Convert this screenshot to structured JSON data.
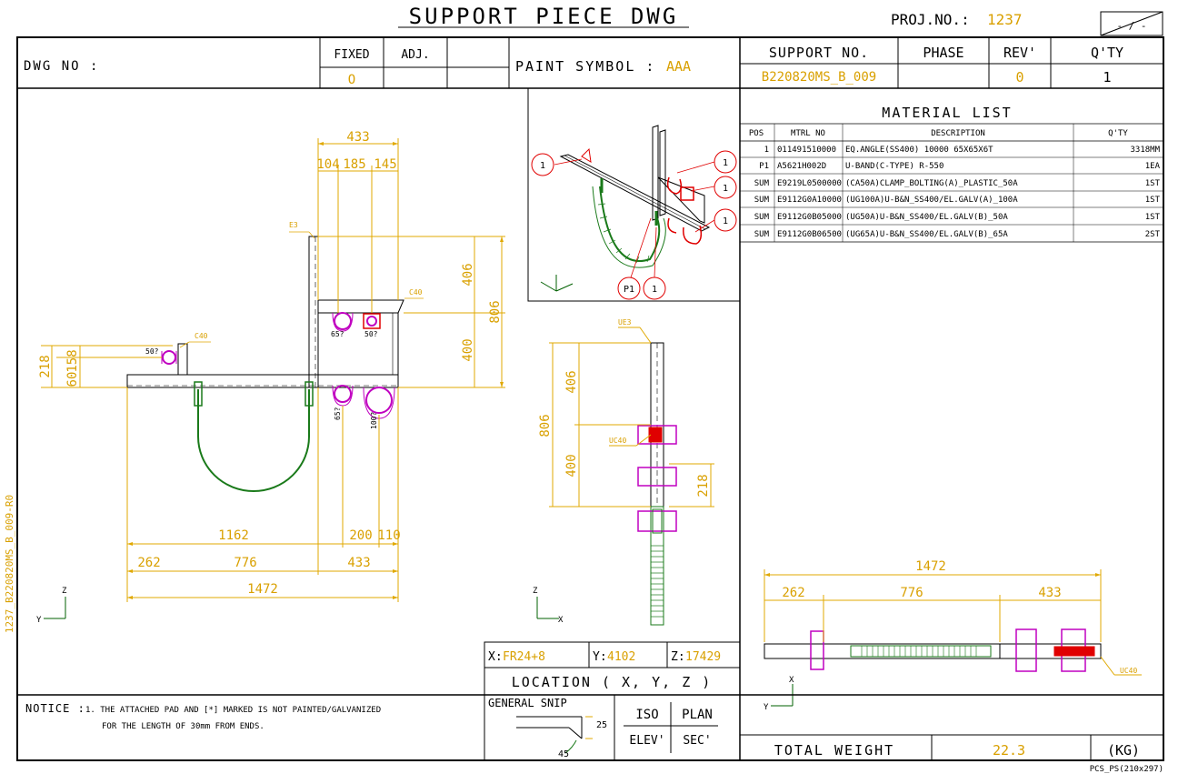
{
  "header": {
    "title": "SUPPORT PIECE DWG",
    "proj_label": "PROJ.NO.:",
    "proj_value": "1237",
    "sheet_box": "- / -"
  },
  "block": {
    "dwg_no_label": "DWG NO :",
    "fixed_label": "FIXED",
    "fixed_value": "O",
    "adj_label": "ADJ.",
    "paint_label": "PAINT SYMBOL :",
    "paint_value": "AAA",
    "support_no_label": "SUPPORT NO.",
    "support_no_value": "B220820MS_B_009",
    "phase_label": "PHASE",
    "rev_label": "REV'",
    "rev_value": "0",
    "qty_label": "Q'TY",
    "qty_value": "1"
  },
  "material_list": {
    "title": "MATERIAL LIST",
    "headers": [
      "POS",
      "MTRL NO",
      "DESCRIPTION",
      "Q'TY"
    ],
    "rows": [
      [
        "1",
        "011491510000",
        "EQ.ANGLE(SS400) 10000 65X65X6T",
        "3318MM"
      ],
      [
        "P1",
        "A5621H002D",
        "U-BAND(C-TYPE) R-550",
        "1EA"
      ],
      [
        "SUM",
        "E9219L0500000",
        "(CA50A)CLAMP_BOLTING(A)_PLASTIC_50A",
        "1ST"
      ],
      [
        "SUM",
        "E9112G0A10000",
        "(UG100A)U-B&N_SS400/EL.GALV(A)_100A",
        "1ST"
      ],
      [
        "SUM",
        "E9112G0B05000",
        "(UG50A)U-B&N_SS400/EL.GALV(B)_50A",
        "1ST"
      ],
      [
        "SUM",
        "E9112G0B06500",
        "(UG65A)U-B&N_SS400/EL.GALV(B)_65A",
        "2ST"
      ]
    ]
  },
  "iso_view": {
    "callouts": [
      "1",
      "1",
      "1",
      "1",
      "P1",
      "1"
    ]
  },
  "front_view": {
    "dims": {
      "top_433": "433",
      "d104": "104",
      "d185": "185",
      "d145": "145",
      "v406": "406",
      "v400": "400",
      "v806": "806",
      "v218": "218",
      "v158": "158",
      "v60": "60",
      "h1162": "1162",
      "h200": "200",
      "h110": "110",
      "h262": "262",
      "h776": "776",
      "h433": "433",
      "h1472": "1472"
    },
    "labels": {
      "e3": "E3",
      "c40a": "C40",
      "c40b": "C40",
      "p50a": "50?",
      "p65a": "65?",
      "p50b": "50?",
      "p65b": "65?",
      "p100": "100?"
    },
    "axis": {
      "z": "Z",
      "y": "Y"
    }
  },
  "side_view": {
    "dims": {
      "v406": "406",
      "v400": "400",
      "v806": "806",
      "v218": "218"
    },
    "labels": {
      "ue3": "UE3",
      "uc40": "UC40"
    },
    "axis": {
      "z": "Z",
      "x": "X"
    }
  },
  "plan_view": {
    "dims": {
      "h1472": "1472",
      "h262": "262",
      "h776": "776",
      "h433": "433"
    },
    "labels": {
      "uc40": "UC40"
    },
    "axis": {
      "x": "X",
      "y": "Y"
    }
  },
  "location": {
    "x_label": "X:",
    "x_value": "FR24+8",
    "y_label": "Y:",
    "y_value": "4102",
    "z_label": "Z:",
    "z_value": "17429",
    "title": "LOCATION ( X, Y, Z )"
  },
  "snip": {
    "title": "GENERAL SNIP",
    "dim25": "25",
    "dim45": "45",
    "iso": "ISO",
    "plan": "PLAN",
    "elev": "ELEV'",
    "sec": "SEC'"
  },
  "notice": {
    "label": "NOTICE :",
    "line1": "1. THE ATTACHED PAD AND [*] MARKED IS NOT PAINTED/GALVANIZED",
    "line2": "FOR THE LENGTH OF 30mm FROM ENDS."
  },
  "total": {
    "label": "TOTAL WEIGHT",
    "value": "22.3",
    "unit": "(KG)"
  },
  "footer": {
    "side_id": "1237_B220820MS_B_009-R0",
    "paper": "PCS_PS(210x297)"
  },
  "colors": {
    "dimension": "#d9a000",
    "pipe": "#c000c0",
    "clamp": "#e00000",
    "band": "#1a7a1a",
    "line": "#000000"
  }
}
